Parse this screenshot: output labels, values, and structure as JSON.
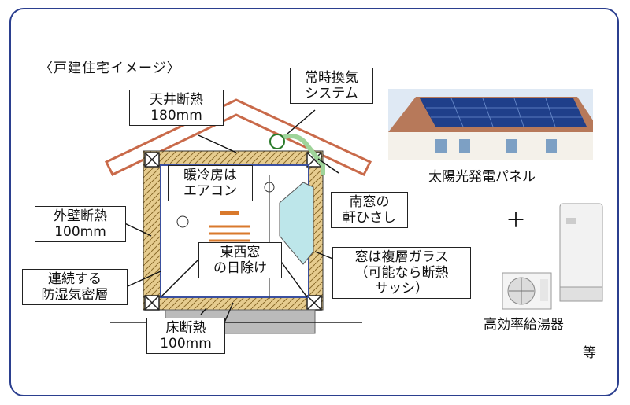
{
  "heading": "〈戸建住宅イメージ〉",
  "labels": {
    "ceiling_insulation": [
      "天井断熱",
      "180mm"
    ],
    "ventilation": [
      "常時換気",
      "システム"
    ],
    "aircon": [
      "暖冷房は",
      "エアコン"
    ],
    "south_eaves": [
      "南窓の",
      "軒ひさし"
    ],
    "wall_insulation": [
      "外壁断熱",
      "100mm"
    ],
    "east_west_shade": [
      "東西窓",
      "の日除け"
    ],
    "double_glass": [
      "窓は複層ガラス",
      "（可能なら断熱",
      "サッシ）"
    ],
    "airtight_layer": [
      "連続する",
      "防湿気密層"
    ],
    "floor_insulation": [
      "床断熱",
      "100mm"
    ],
    "solar_panel": "太陽光発電パネル",
    "plus": "＋",
    "water_heater": "高効率給湯器",
    "etc": "等"
  },
  "colors": {
    "frame": "#2b3f8f",
    "roof": "#c96a4a",
    "insulation": "#e6cc8f",
    "duct": "#9fd49a",
    "window": "#bde6ea",
    "shade": "#d9792c",
    "airtight_line": "#3a50a0",
    "floor": "#999999"
  }
}
